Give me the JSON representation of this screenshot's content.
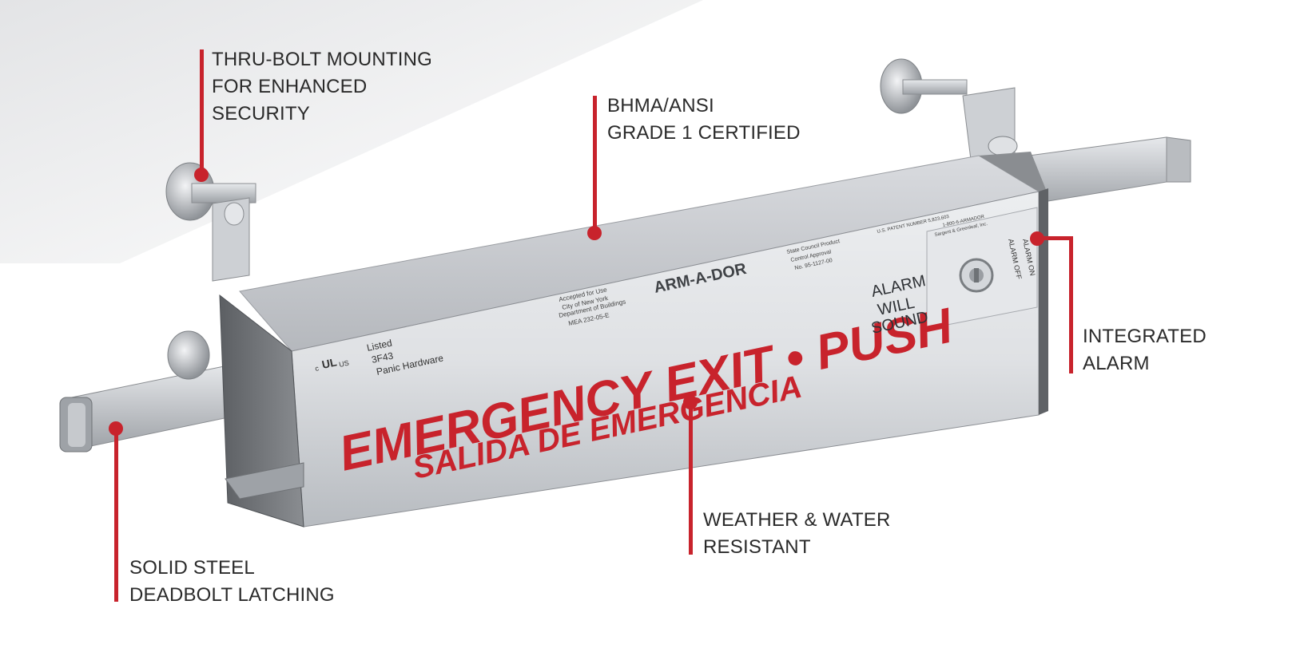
{
  "callouts": {
    "thru_bolt": [
      "THRU-BOLT MOUNTING",
      "FOR ENHANCED",
      "SECURITY"
    ],
    "bhma": [
      "BHMA/ANSI",
      "GRADE 1 CERTIFIED"
    ],
    "alarm": [
      "INTEGRATED",
      "ALARM"
    ],
    "weather": [
      "WEATHER & WATER",
      "RESISTANT"
    ],
    "deadbolt": [
      "SOLID STEEL",
      "DEADBOLT LATCHING"
    ]
  },
  "device_labels": {
    "headline": "EMERGENCY EXIT • PUSH",
    "subline": "SALIDA DE EMERGENCIA",
    "alarm_notice": [
      "ALARM",
      "WILL",
      "SOUND"
    ],
    "brand": "ARM-A-DOR",
    "listing": [
      "Listed",
      "3F43",
      "Panic Hardware"
    ],
    "accepted": [
      "Accepted for Use",
      "City of New York",
      "Department of Buildings",
      "MEA 232-05-E"
    ],
    "state": [
      "State Council Product",
      "Control Approval",
      "No. 95-1127-00"
    ],
    "patent": [
      "U.S. PATENT NUMBER 5,823,603",
      "1-800-6-ARMADOR",
      "Sargent & Greenleaf, Inc."
    ],
    "switch_off": "ALARM OFF",
    "switch_on": "ALARM ON",
    "ul_mark": "UL",
    "ul_c": "c",
    "ul_us": "US"
  },
  "colors": {
    "accent_red": "#c8232c",
    "text_dark": "#2a2a2a",
    "body_silver": "#c9ccd0",
    "end_cap_dark": "#6b6e72"
  }
}
